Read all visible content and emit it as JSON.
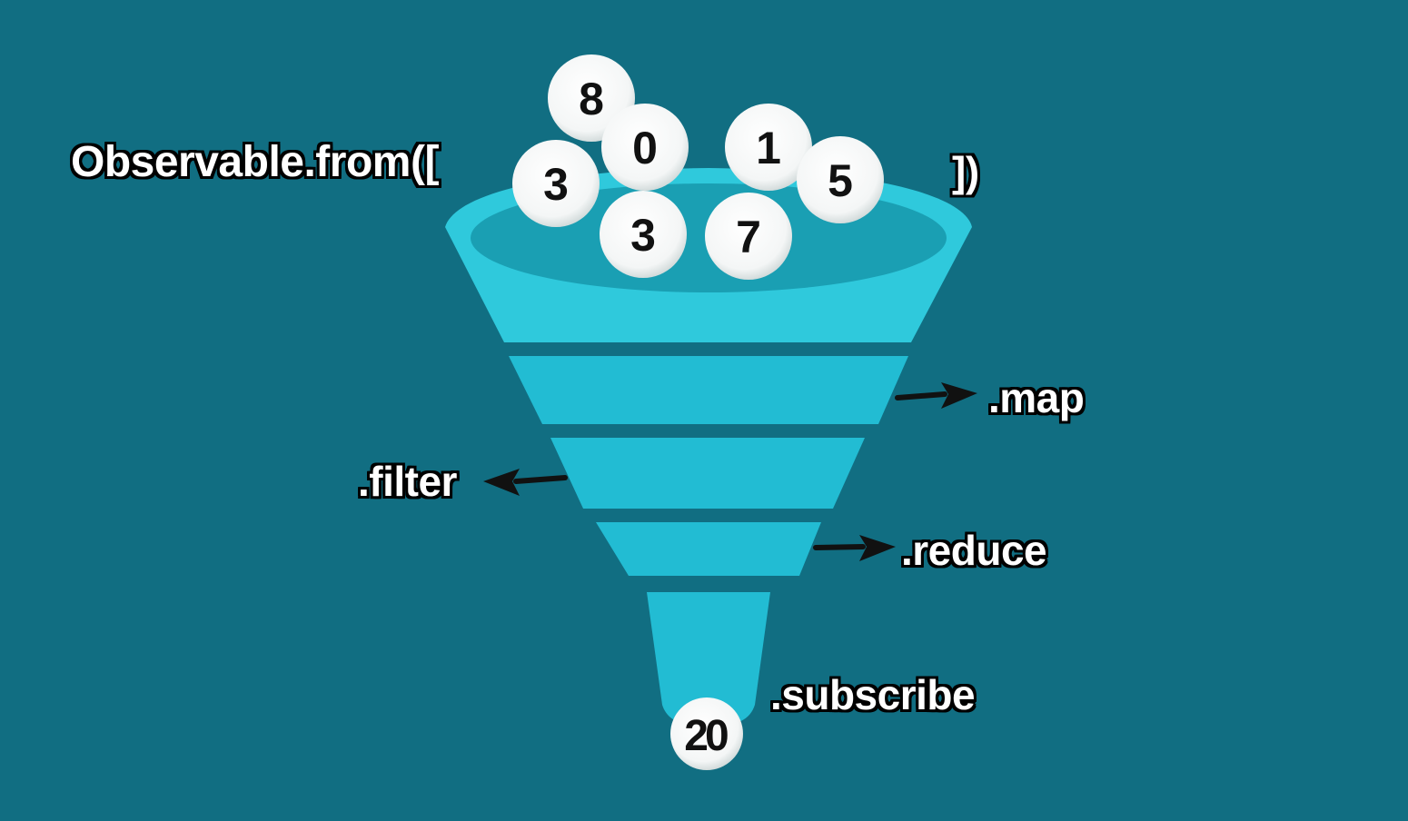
{
  "labels": {
    "source": "Observable.from([",
    "source_close": "])",
    "map": ".map",
    "filter": ".filter",
    "reduce": ".reduce",
    "subscribe": ".subscribe"
  },
  "input_balls": [
    "8",
    "0",
    "1",
    "3",
    "5",
    "3",
    "7"
  ],
  "output_ball": "20",
  "colors": {
    "background": "#116e82",
    "funnel_top": "#2fc9dc",
    "funnel_band": "#22bcd3",
    "funnel_rim": "#1a9fb3",
    "ball": "#ffffff",
    "ball_text": "#111111",
    "label_text": "#ffffff",
    "label_outline": "#000000",
    "arrow": "#111111"
  },
  "icons": {
    "arrows": [
      "arrow-right-icon",
      "arrow-left-icon",
      "arrow-right-icon"
    ]
  }
}
